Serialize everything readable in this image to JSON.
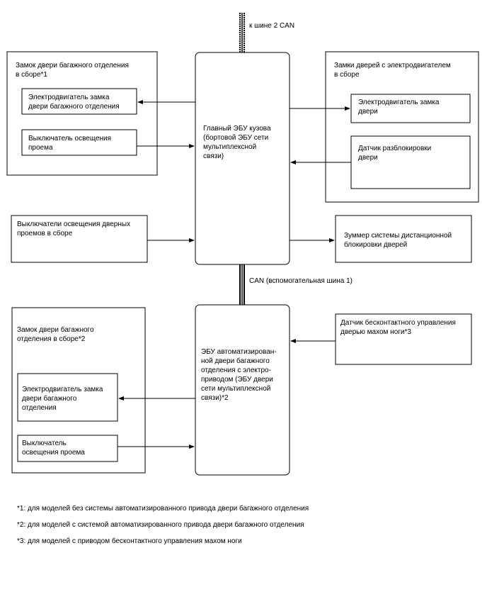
{
  "bus_top": "к шине 2 CAN",
  "bus_mid": "CAN (вспомогательная шина 1)",
  "group_left_top": {
    "title": [
      "Замок двери багажного отделения",
      "в сборе*1"
    ],
    "motor": [
      "Электродвигатель замка",
      "двери багажного отделения"
    ],
    "switch": [
      "Выключатель освещения",
      "проема"
    ]
  },
  "group_right_top": {
    "title": [
      "Замки дверей с электродвигателем",
      "в сборе"
    ],
    "motor": [
      "Электродвигатель замка",
      "двери"
    ],
    "sensor": [
      "Датчик разблокировки",
      "двери"
    ]
  },
  "main_ecu": [
    "Главный ЭБУ кузова",
    "(бортовой ЭБУ сети",
    "мультиплексной",
    "связи)"
  ],
  "door_switches": [
    "Выключатели освещения дверных",
    "проемов в сборе"
  ],
  "buzzer": [
    "Зуммер системы дистанционной",
    "блокировки дверей"
  ],
  "group_left_bottom": {
    "title": [
      "Замок двери багажного",
      "отделения в сборе*2"
    ],
    "motor": [
      "Электродвигатель замка",
      "двери багажного",
      "отделения"
    ],
    "switch": [
      "Выключатель",
      "освещения проема"
    ]
  },
  "power_door_ecu": [
    "ЭБУ автоматизирован-",
    "ной двери багажного",
    "отделения с электро-",
    "приводом (ЭБУ двери",
    "сети мультиплексной",
    "связи)*2"
  ],
  "kick_sensor": [
    "Датчик бесконтактного управления",
    "дверью махом ноги*3"
  ],
  "notes": [
    "*1: для моделей без системы автоматизированного привода двери багажного отделения",
    "*2: для моделей с системой автоматизированного привода двери багажного отделения",
    "*3: для моделей с приводом бесконтактного управления махом ноги"
  ]
}
